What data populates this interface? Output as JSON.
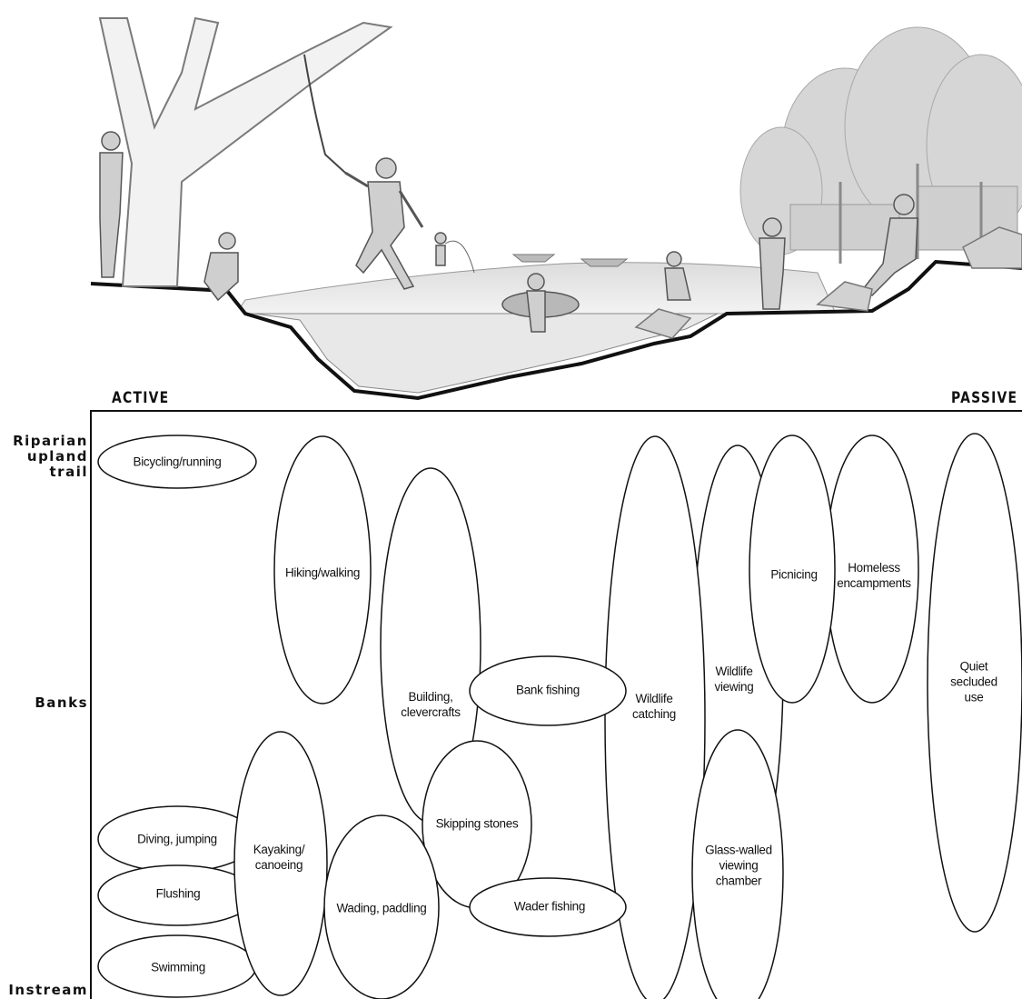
{
  "axis": {
    "left_label": "ACTIVE",
    "right_label": "PASSIVE"
  },
  "rows": {
    "top": "Riparian\nupland\ntrail",
    "middle": "Banks",
    "bottom": "Instream"
  },
  "activities": {
    "bicycling": "Bicycling/running",
    "hiking": "Hiking/walking",
    "building": "Building,\nclevercrafts",
    "bank_fishing": "Bank fishing",
    "wildlife_catching": "Wildlife\ncatching",
    "wildlife_viewing": "Wildlife\nviewing",
    "picnicing": "Picnicing",
    "homeless": "Homeless\nencampments",
    "quiet": "Quiet\nsecluded\nuse",
    "skipping": "Skipping stones",
    "kayaking": "Kayaking/\ncanoeing",
    "diving": "Diving, jumping",
    "flushing": "Flushing",
    "swimming": "Swimming",
    "wading": "Wading, paddling",
    "wader_fishing": "Wader fishing",
    "glass_chamber": "Glass-walled\nviewing\nchamber"
  }
}
